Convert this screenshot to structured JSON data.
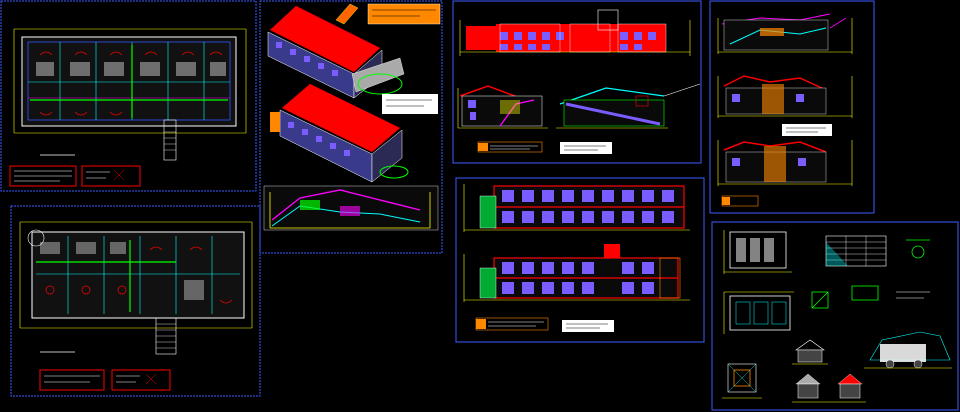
{
  "canvas": {
    "background": "#000000"
  },
  "colors": {
    "frame": "#3b5bff",
    "frame_white": "#ffffff",
    "wall_yellow": "#ffff00",
    "grid_blue": "#3355ff",
    "grid_cyan": "#00ffff",
    "green": "#00ff00",
    "magenta": "#ff00ff",
    "red": "#ff0000",
    "roof_red": "#ff0000",
    "violet": "#7a5cff",
    "white": "#ffffff",
    "orange": "#ff8800",
    "gray": "#bbbbbb"
  },
  "sheets": [
    {
      "name": "floor-plan-ground",
      "kind": "plan"
    },
    {
      "name": "isometric-views",
      "kind": "3d"
    },
    {
      "name": "floor-plan-upper",
      "kind": "plan"
    },
    {
      "name": "elevations-sections-a",
      "kind": "elevation"
    },
    {
      "name": "elevations-b",
      "kind": "elevation"
    },
    {
      "name": "sections-c",
      "kind": "section"
    },
    {
      "name": "details-sheet",
      "kind": "details"
    }
  ]
}
